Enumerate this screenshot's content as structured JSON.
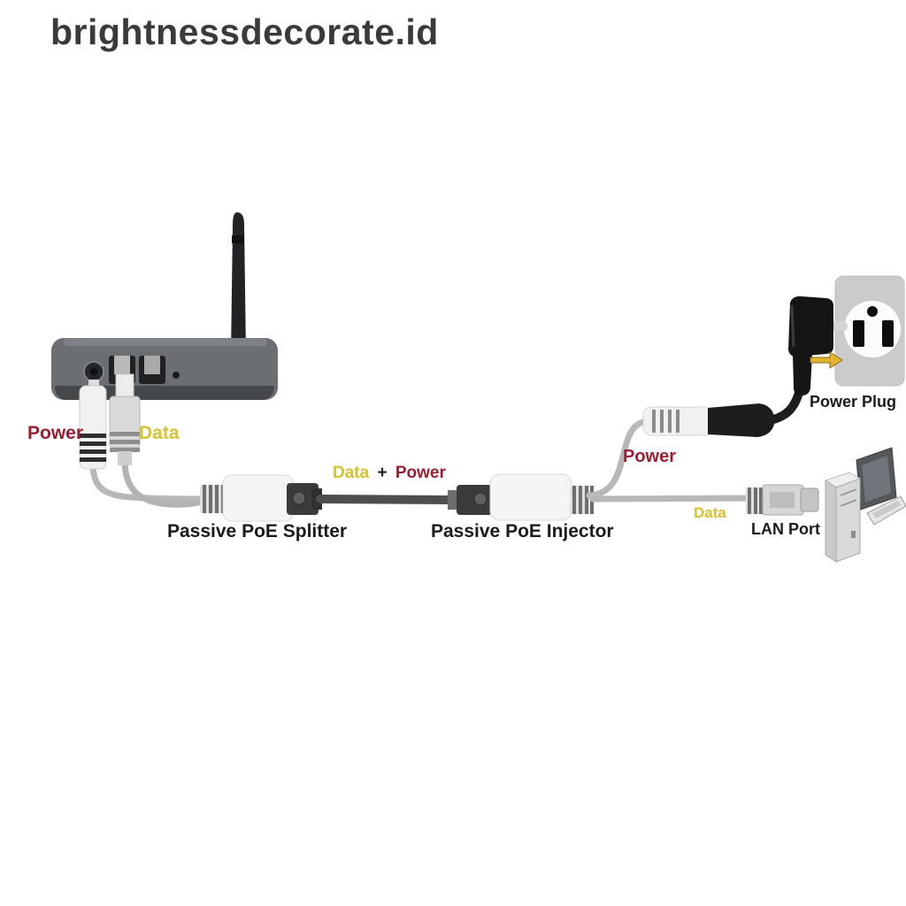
{
  "watermark": "brightnessdecorate.id",
  "labels": {
    "router_power": "Power",
    "router_data": "Data",
    "mid_data": "Data",
    "mid_plus": "+",
    "mid_power": "Power",
    "splitter": "Passive PoE Splitter",
    "injector": "Passive PoE Injector",
    "injector_power": "Power",
    "power_plug": "Power Plug",
    "lan_data": "Data",
    "lan_port": "LAN Port"
  },
  "colors": {
    "power_label": "#9b1f33",
    "data_label": "#d5c33c",
    "text_dark": "#1b1b1b",
    "watermark": "#3a3a3a",
    "router_gray": "#6b6e72",
    "device_white": "#f5f5f5",
    "cable_dark": "#4e4e4e",
    "cable_gray": "#b8b8b8",
    "arrow_yellow": "#e3b52e"
  }
}
